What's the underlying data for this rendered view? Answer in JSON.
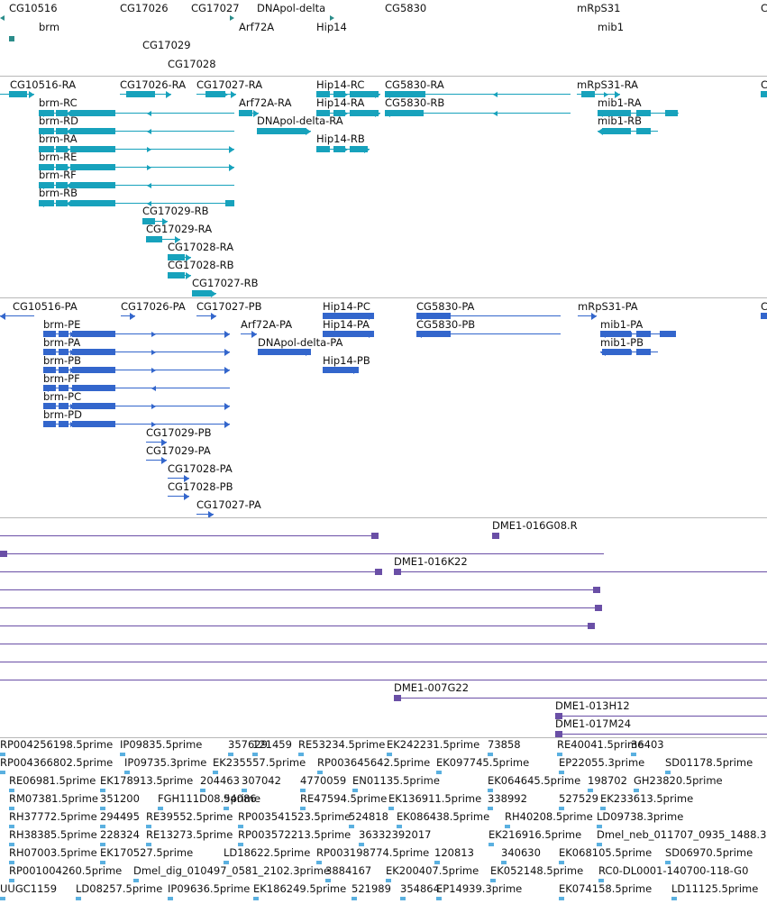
{
  "colors": {
    "gene": "#2b8c8a",
    "transcript": "#17a2bc",
    "protein": "#3366cc",
    "clone": "#6a4fa6",
    "est": "#5ab0e0",
    "divider": "#b8b8b8"
  },
  "tracks": {
    "genes": {
      "labels": [
        "CG10516",
        "CG17026",
        "CG17027",
        "DNApol-delta",
        "CG5830",
        "mRpS31",
        "C",
        "brm",
        "Arf72A",
        "Hip14",
        "mib1",
        "CG17029",
        "CG17028"
      ]
    },
    "transcripts": {
      "labels": [
        "CG10516-RA",
        "CG17026-RA",
        "CG17027-RA",
        "Hip14-RC",
        "CG5830-RA",
        "mRpS31-RA",
        "C",
        "brm-RC",
        "Arf72A-RA",
        "Hip14-RA",
        "CG5830-RB",
        "mib1-RA",
        "brm-RD",
        "DNApol-delta-RA",
        "mib1-RB",
        "brm-RA",
        "Hip14-RB",
        "brm-RE",
        "brm-RF",
        "brm-RB",
        "CG17029-RB",
        "CG17029-RA",
        "CG17028-RA",
        "CG17028-RB",
        "CG17027-RB"
      ]
    },
    "proteins": {
      "labels": [
        "CG10516-PA",
        "CG17026-PA",
        "CG17027-PB",
        "Hip14-PC",
        "CG5830-PA",
        "mRpS31-PA",
        "C",
        "brm-PE",
        "Arf72A-PA",
        "Hip14-PA",
        "CG5830-PB",
        "mib1-PA",
        "brm-PA",
        "DNApol-delta-PA",
        "mib1-PB",
        "brm-PB",
        "Hip14-PB",
        "brm-PF",
        "brm-PC",
        "brm-PD",
        "CG17029-PB",
        "CG17029-PA",
        "CG17028-PA",
        "CG17028-PB",
        "CG17027-PA"
      ]
    },
    "clones": {
      "labels": [
        "DME1-016G08.R",
        "DME1-016K22",
        "DME1-007G22",
        "DME1-013H12",
        "DME1-017M24"
      ]
    },
    "ests": {
      "rows": [
        [
          "RP004256198.5prime",
          "IP09835.5prime",
          "357629",
          "121459",
          "RE53234.5prime",
          "EK242231.5prime",
          "73858",
          "RE40041.5prime",
          "36403"
        ],
        [
          "RP004366802.5prime",
          "IP09735.3prime",
          "EK235557.5prime",
          "RP003645642.5prime",
          "EK097745.5prime",
          "EP22055.3prime",
          "SD01178.5prime"
        ],
        [
          "RE06981.5prime",
          "EK178913.5prime",
          "204463",
          "307042",
          "4770059",
          "EN01135.5prime",
          "EK064645.5prime",
          "198702",
          "GH23820.5prime"
        ],
        [
          "RM07381.5prime",
          "351200",
          "FGH111D08.5prime",
          "94086",
          "RE47594.5prime",
          "EK136911.5prime",
          "338992",
          "527529",
          "EK233613.5prime"
        ],
        [
          "RH37772.5prime",
          "294495",
          "RE39552.5prime",
          "RP003541523.5prime",
          "524818",
          "EK086438.5prime",
          "RH40208.5prime",
          "LD09738.3prime"
        ],
        [
          "RH38385.5prime",
          "228324",
          "RE13273.5prime",
          "RP003572213.5prime",
          "36332392017",
          "EK216916.5prime",
          "Dmel_neb_011707_0935_1488.3"
        ],
        [
          "RH07003.5prime",
          "EK170527.5prime",
          "LD18622.5prime",
          "RP003198774.5prime",
          "120813",
          "340630",
          "EK068105.5prime",
          "SD06970.5prime"
        ],
        [
          "RP001004260.5prime",
          "Dmel_dig_010497_0581_2102.3prime",
          "3884167",
          "EK200407.5prime",
          "EK052148.5prime",
          "RC0-DL0001-140700-118-G0"
        ],
        [
          "UUGC1159",
          "LD08257.5prime",
          "IP09636.5prime",
          "EK186249.5prime",
          "521989",
          "354864",
          "EP14939.3prime",
          "EK074158.5prime",
          "LD11125.5prime"
        ]
      ]
    }
  }
}
